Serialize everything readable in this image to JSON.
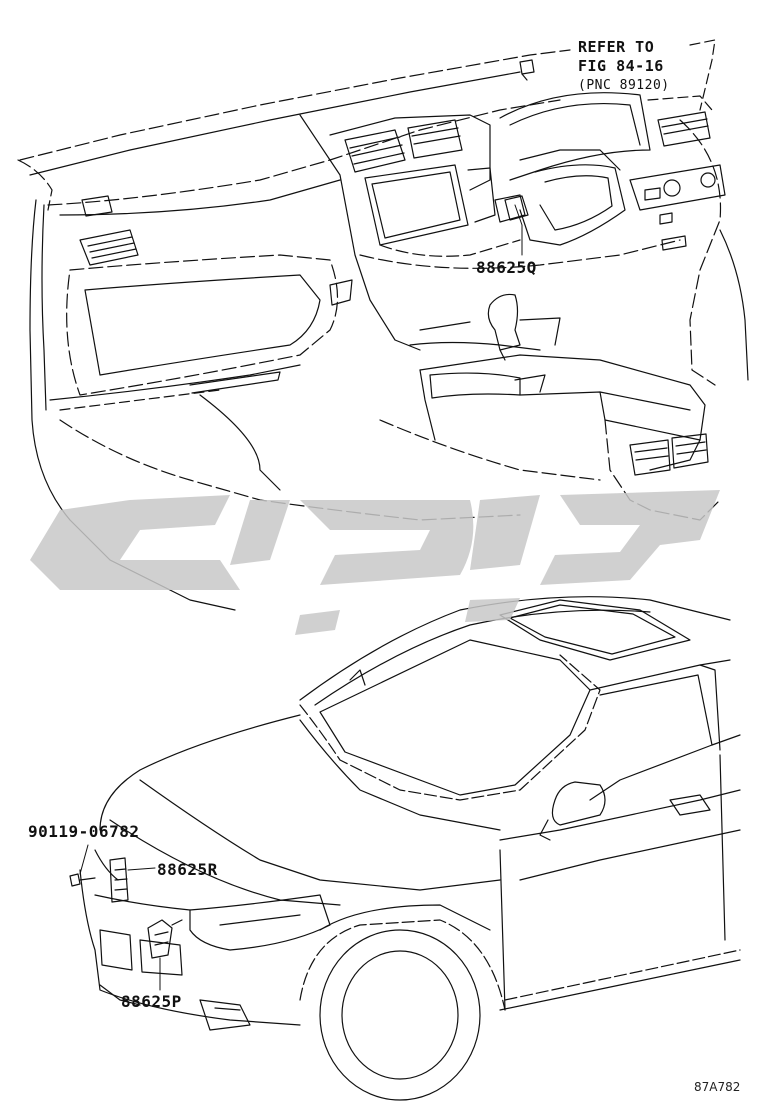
{
  "refer": {
    "line1": "REFER TO",
    "line2": "FIG 84-16",
    "line3": "(PNC 89120)"
  },
  "callouts": {
    "interior_sensor": "88625Q",
    "bolt": "90119-06782",
    "front_sensor_r": "88625R",
    "front_sensor_p": "88625P"
  },
  "figure_id": "87A782",
  "watermark_text": "تویوتا",
  "colors": {
    "line": "#111111",
    "watermark": "#c8c8c8"
  }
}
